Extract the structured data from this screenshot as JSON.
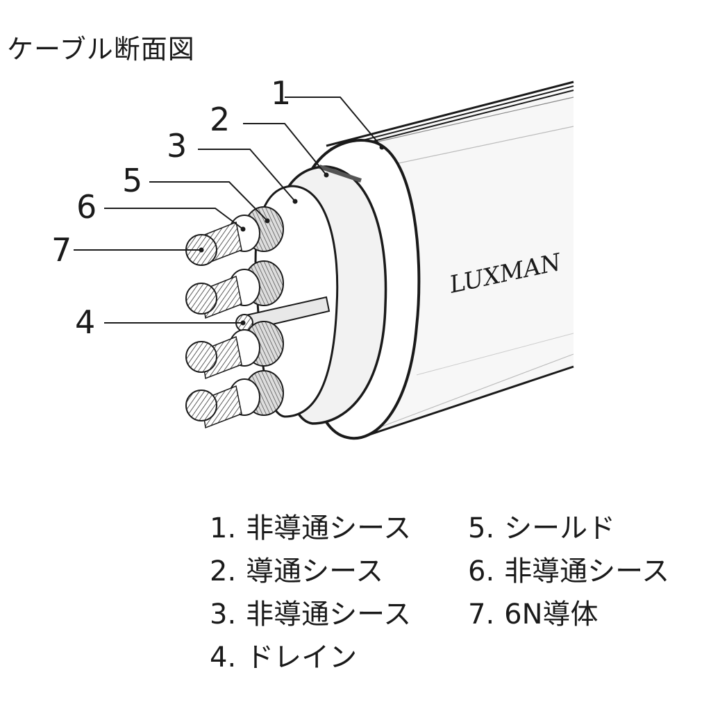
{
  "title": "ケーブル断面図",
  "logo_text": "LUXMAN",
  "callouts": [
    "1",
    "2",
    "3",
    "5",
    "6",
    "7",
    "4"
  ],
  "legend": [
    {
      "num": "1.",
      "label": "非導通シース"
    },
    {
      "num": "2.",
      "label": "導通シース"
    },
    {
      "num": "3.",
      "label": "非導通シース"
    },
    {
      "num": "4.",
      "label": "ドレイン"
    },
    {
      "num": "5.",
      "label": "シールド"
    },
    {
      "num": "6.",
      "label": "非導通シース"
    },
    {
      "num": "7.",
      "label": "6N導体"
    }
  ],
  "colors": {
    "line": "#1a1a1a",
    "background": "#ffffff",
    "sheath_fill": "#f6f6f6"
  }
}
